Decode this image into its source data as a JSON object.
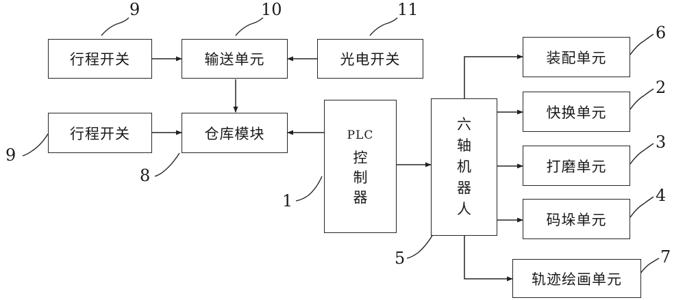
{
  "blocks": {
    "travel_switch_top": "行程开关",
    "conveyor_unit": "输送单元",
    "photo_switch": "光电开关",
    "travel_switch_bottom": "行程开关",
    "warehouse_module": "仓库模块",
    "plc_title": "PLC",
    "plc_chars": [
      "控",
      "制",
      "器"
    ],
    "robot_chars": [
      "六",
      "轴",
      "机",
      "器",
      "人"
    ],
    "assembly_unit": "装配单元",
    "quick_change_unit": "快换单元",
    "grinding_unit": "打磨单元",
    "stacking_unit": "码垛单元",
    "trajectory_unit": "轨迹绘画单元"
  },
  "labels": {
    "travel_switch_top": "9",
    "conveyor_unit": "10",
    "photo_switch": "11",
    "travel_switch_bottom": "9",
    "warehouse_module": "8",
    "plc": "1",
    "robot": "5",
    "assembly_unit": "6",
    "quick_change_unit": "2",
    "grinding_unit": "3",
    "stacking_unit": "4",
    "trajectory_unit": "7"
  }
}
